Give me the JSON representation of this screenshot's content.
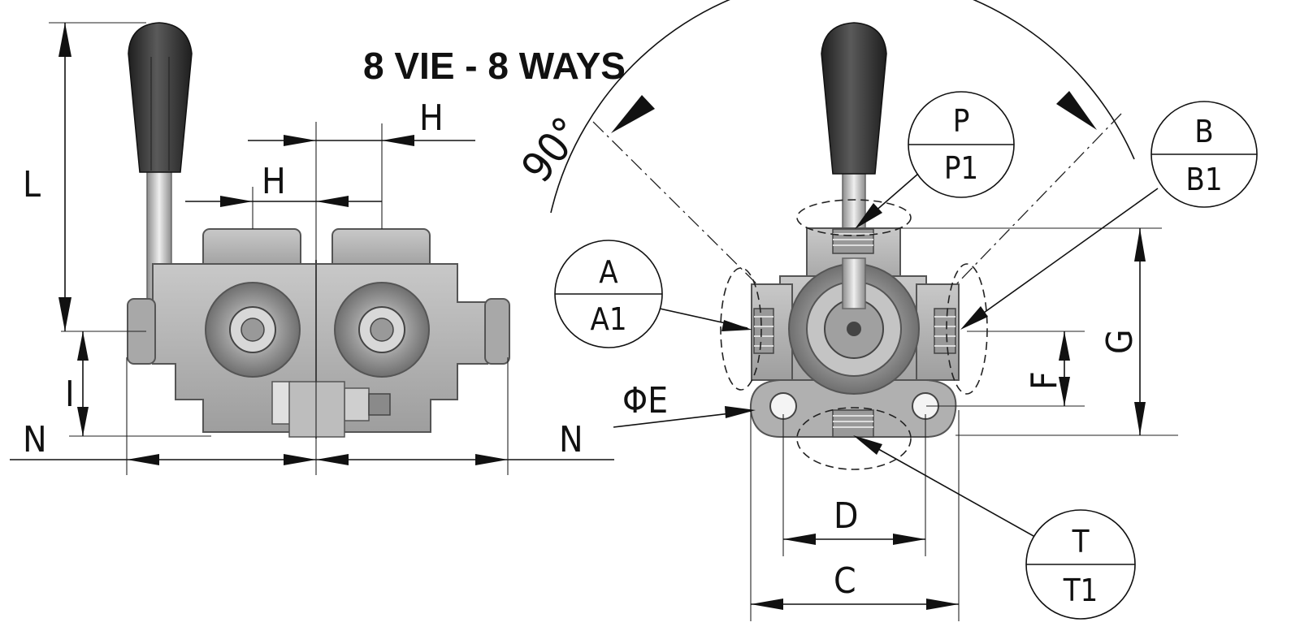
{
  "title": "8 VIE - 8 WAYS",
  "dimensions": {
    "L": "L",
    "H_top": "H",
    "H_mid": "H",
    "I": "I",
    "N_left": "N",
    "N_right": "N",
    "angle": "90°",
    "phi_E": "ΦE",
    "D": "D",
    "C": "C",
    "F": "F",
    "G": "G"
  },
  "ports": {
    "P": {
      "top": "P",
      "bottom": "P1"
    },
    "A": {
      "top": "A",
      "bottom": "A1"
    },
    "B": {
      "top": "B",
      "bottom": "B1"
    },
    "T": {
      "top": "T",
      "bottom": "T1"
    }
  },
  "colors": {
    "body": "#b9b9b9",
    "knob": "#2f2f2f",
    "line": "#111111"
  }
}
